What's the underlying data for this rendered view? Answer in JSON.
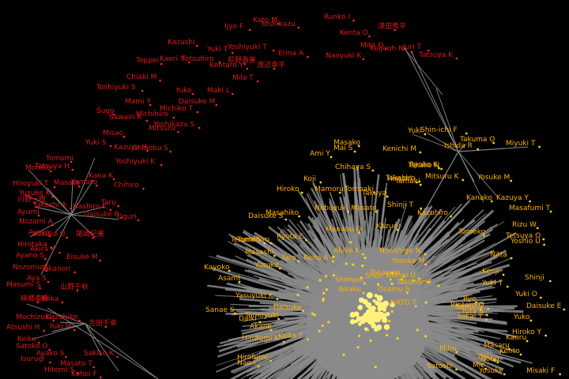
{
  "colors": {
    "background": "#000000",
    "edge": "#8a8a8a",
    "outer_node": "#ff2a2a",
    "inner_node": "#ffd21a",
    "core_node": "#fff27a",
    "outer_label": "#e01818",
    "inner_label": "#ffb000"
  },
  "outer_labels": [
    "Kato M",
    "Ijyo F",
    "Yoshikazu",
    "Runko I",
    "Kenta O",
    "津田秀平",
    "Mito O",
    "Kazushi",
    "Yuki T",
    "Yoshiyuki T",
    "Erina A",
    "Naoyuki K",
    "Keijiroh N",
    "Juri T",
    "Tatsuya K",
    "Teppei",
    "Kaori Y",
    "Tetsuhiro",
    "Kentaro Y",
    "萩野貴美",
    "渡辺幸平",
    "Chiaki M",
    "Milo T",
    "Toshiyuki S",
    "Yuko",
    "Maki L",
    "Mami Y",
    "Daisuke M",
    "Michiko T",
    "Sugo",
    "Sawairi K",
    "Michihiro",
    "Yoshikazu S",
    "Misao",
    "Yuki S",
    "Kazuya H",
    "Mitsuru",
    "Shinobu S",
    "Tomomi",
    "Yoshiyuki K",
    "Motoko",
    "Tatsuya H",
    "Kana K",
    "Hiroyuki T",
    "Masato",
    "Yamato",
    "Chihiro",
    "Yusuke K",
    "Taru",
    "川野一樹",
    "Takashi A",
    "Hashiro K",
    "Daisuke R",
    "Oguri",
    "Ayumi",
    "Nozomi A",
    "尾崎紀美",
    "Ayako",
    "Yusuke U",
    "Eisuke M",
    "Akira Y",
    "Hirotaka",
    "Ayano S",
    "Nozomu K",
    "Takanori",
    "Aya S",
    "Masumi S",
    "山野千秋",
    "映郷泰希",
    "Erika",
    "Mochizuki",
    "Kazuhiko",
    "吉田千幸",
    "Atsushi H",
    "Yuki M",
    "Keiko",
    "Satoko O",
    "Ayako S",
    "Sakiko K",
    "Isurugi",
    "Masato T",
    "Hitomi S",
    "Kohei F"
  ],
  "inner_labels": [
    "Masako",
    "Mai S",
    "Kenichi M",
    "Ami Y",
    "Chihaya S",
    "Ryoko K",
    "Koji",
    "Hiroko",
    "Mamoru",
    "Tomoaki",
    "Hiroshi",
    "Masahiko",
    "Daisuke S",
    "Nobuyuki",
    "Masato",
    "Shinji T",
    "Takuya",
    "Manabu O",
    "Kazuo",
    "Tomohiro",
    "Ryota E",
    "Terumi S",
    "Akiko K",
    "Masashi",
    "Norishige N",
    "Taro",
    "Keita A",
    "Yosuke M",
    "Kayoko",
    "Yusuke",
    "Takayuki",
    "Asami",
    "Shimpei",
    "Shun Y",
    "Yoshio U",
    "Ikkaku",
    "Takunori F",
    "Yasuyuki K",
    "Osamu S",
    "Daisuke",
    "Sanae S",
    "NATO T",
    "Tomoyuki",
    "Daiki",
    "Akane",
    "Hirofumi K",
    "Keita T",
    "Hirofumi",
    "Nao I",
    "Yuki",
    "Shin-ichi F",
    "Takuma O",
    "Miyuki T",
    "Ishida R",
    "Takako N",
    "Mitsuru K",
    "Tamaki",
    "Yosuke M",
    "Kazuya Y",
    "Masafumi T",
    "Rizu W",
    "Tetsuya O",
    "Yoshio U",
    "Kanako",
    "Nitta",
    "Takahiro",
    "Kazuhiro",
    "Daisuke E",
    "Yuko",
    "Shinji",
    "Yuki O",
    "Kenji",
    "Yuki T",
    "Ryo",
    "Tomomi",
    "Hiroko Y",
    "Kaoru",
    "Masaru",
    "Rintaro O",
    "Yuta S",
    "Sakai Y",
    "Nobu",
    "Misaki F",
    "Yosuke",
    "Miho",
    "Mie",
    "Satoshi",
    "Tomoko",
    "Kento",
    "Yoji"
  ]
}
